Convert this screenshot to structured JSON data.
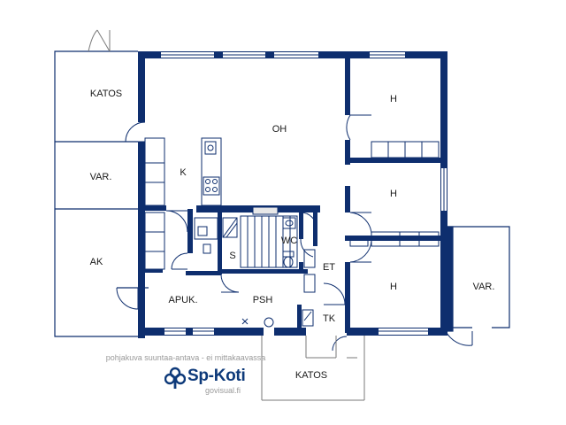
{
  "rooms": {
    "katos_top": "KATOS",
    "oh": "OH",
    "h1": "H",
    "h2": "H",
    "h3": "H",
    "var_left": "VAR.",
    "k": "K",
    "ak": "AK",
    "wc": "WC",
    "s": "S",
    "et": "ET",
    "apuk": "APUK.",
    "psh": "PSH",
    "tk": "TK",
    "var_right": "VAR.",
    "katos_bottom": "KATOS"
  },
  "caption": "pohjakuva suuntaa-antava - ei mittakaavassa",
  "brand": {
    "name": "Sp-Koti",
    "site": "govisual.fi",
    "color": "#0e3a7a"
  },
  "colors": {
    "wall": "#0e2e6e",
    "thin_line": "#0e2e6e",
    "outline_gray": "#7a7a7a"
  }
}
